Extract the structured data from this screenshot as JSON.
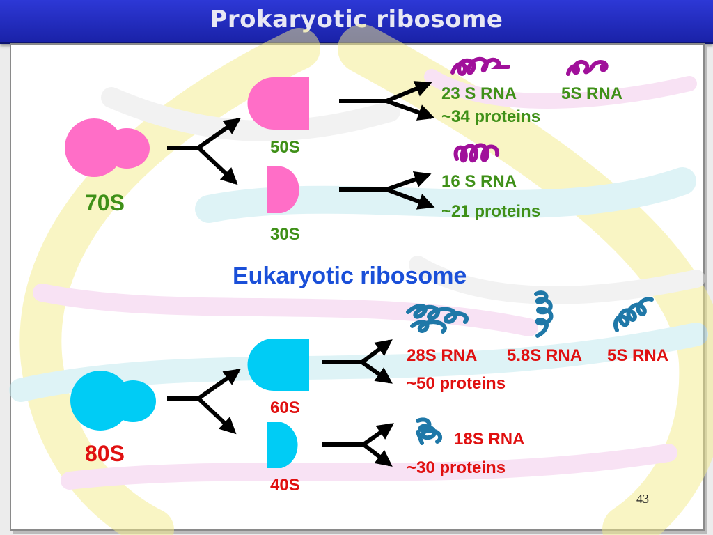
{
  "title": "Prokaryotic ribosome",
  "prokaryote": {
    "whole": "70S",
    "large_subunit": {
      "name": "50S",
      "rnas": [
        "23 S RNA",
        "5S RNA"
      ],
      "proteins": "~34 proteins"
    },
    "small_subunit": {
      "name": "30S",
      "rnas": [
        "16 S RNA"
      ],
      "proteins": "~21 proteins"
    }
  },
  "eukaryote": {
    "heading": "Eukaryotic ribosome",
    "whole": "80S",
    "large_subunit": {
      "name": "60S",
      "rnas": [
        "28S RNA",
        "5.8S RNA",
        "5S RNA"
      ],
      "proteins": "~50 proteins"
    },
    "small_subunit": {
      "name": "40S",
      "rnas": [
        "18S RNA"
      ],
      "proteins": "~30 proteins"
    }
  },
  "page_number": "43",
  "colors": {
    "prokaryote_shape": "#ff6ec7",
    "eukaryote_shape": "#00ccf5",
    "prokaryote_text": "#3f9018",
    "eukaryote_text": "#e01010",
    "heading_text": "#1a4fd8",
    "rna_purple": "#a0109a",
    "rna_teal": "#1f78a8"
  },
  "icons": [
    "rna-strand-icon"
  ]
}
